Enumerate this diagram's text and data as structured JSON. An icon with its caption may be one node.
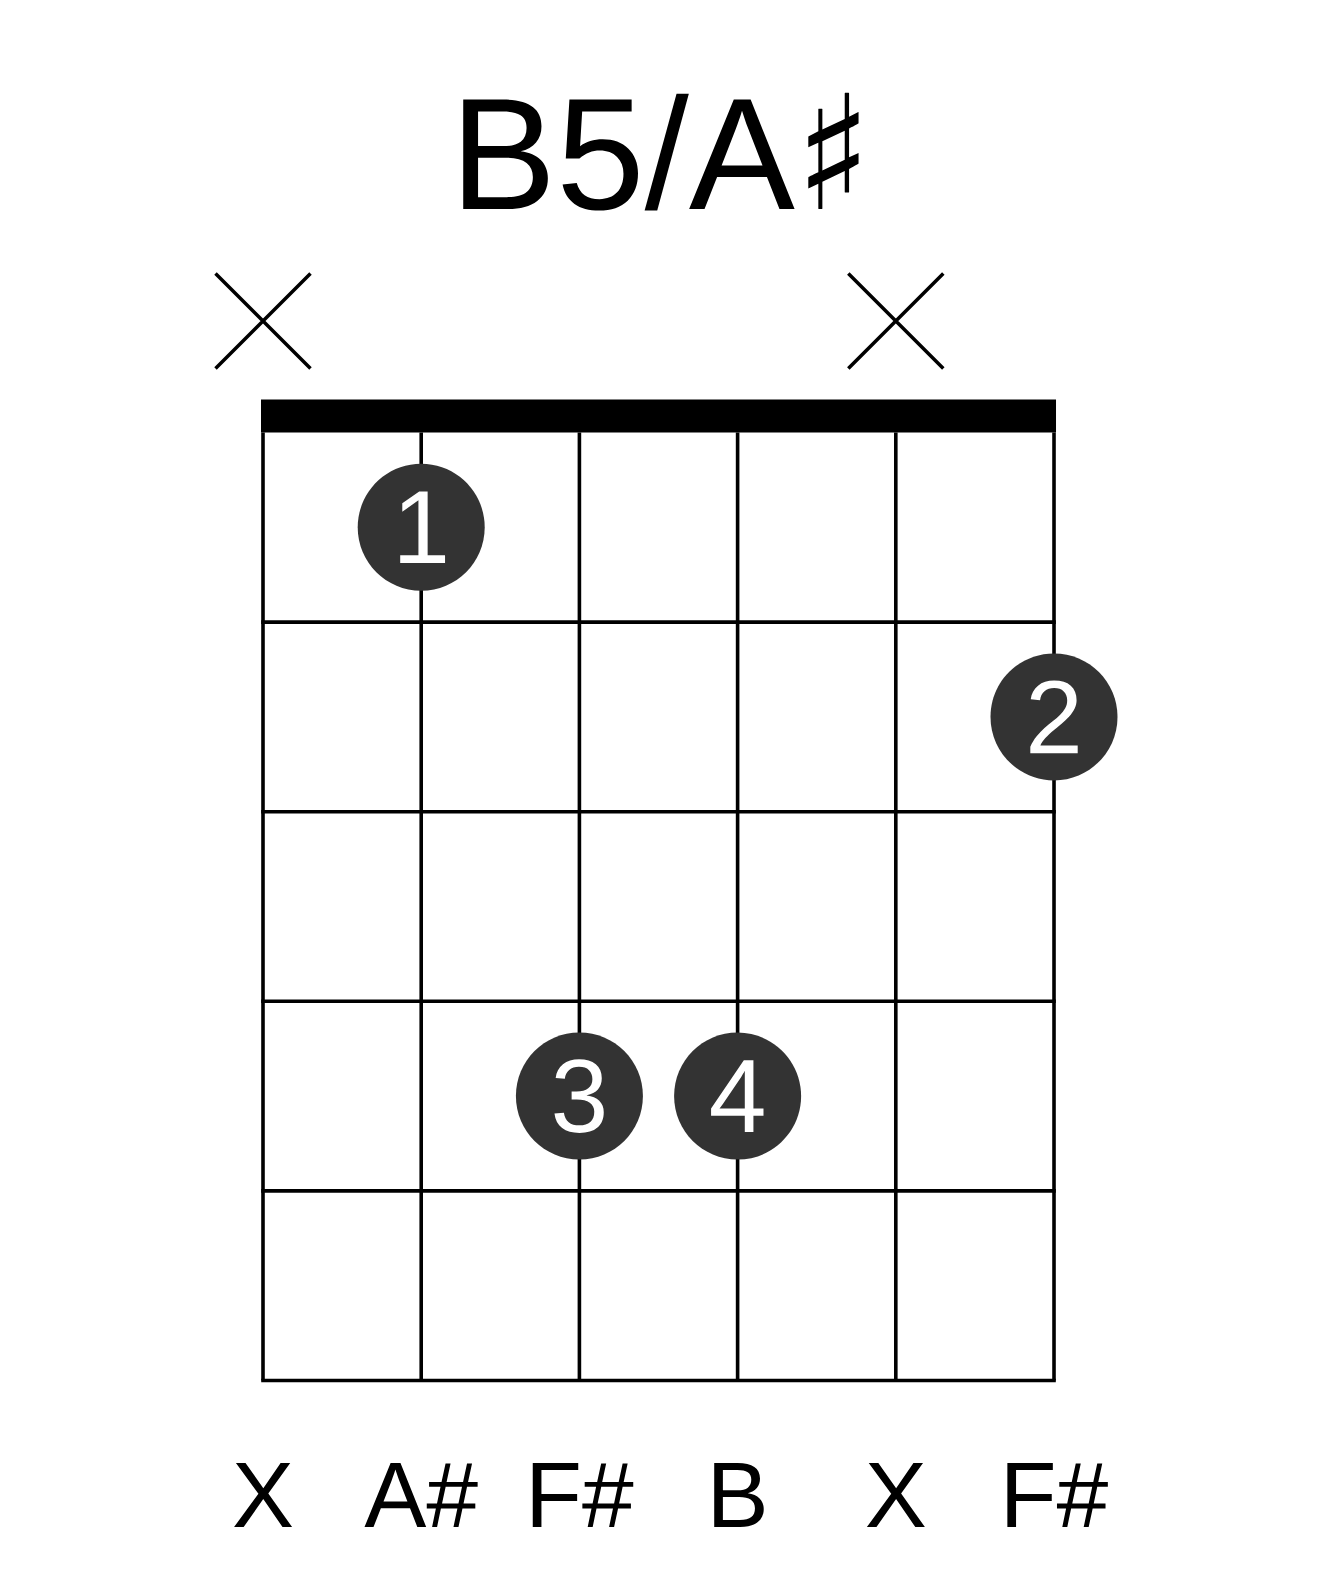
{
  "diagram": {
    "title": "B5/A♯",
    "nodes": [
      {
        "text": [
          "1"
        ]
      },
      {
        "text": [
          "2"
        ]
      },
      {
        "text": [
          "3"
        ]
      },
      {
        "text": [
          "4"
        ]
      }
    ],
    "labels": [
      "X",
      "A#",
      "F#",
      "B",
      "X",
      "F#"
    ]
  }
}
